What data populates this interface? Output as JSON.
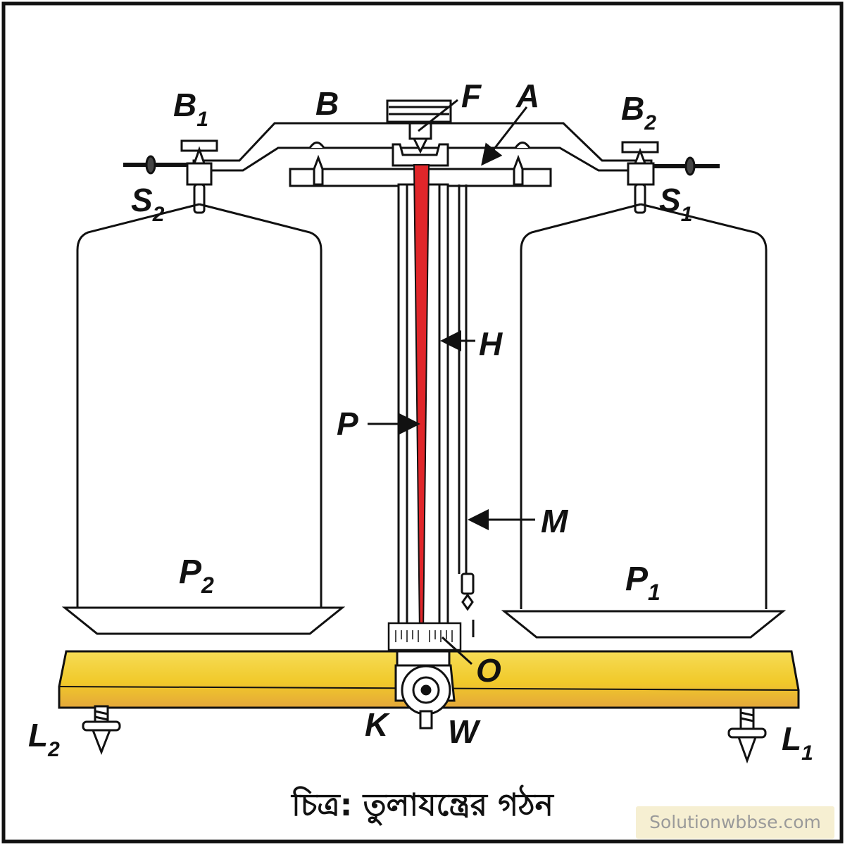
{
  "labels": {
    "B1": "B",
    "B1_sub": "1",
    "B": "B",
    "F": "F",
    "A": "A",
    "B2": "B",
    "B2_sub": "2",
    "S2": "S",
    "S2_sub": "2",
    "S1": "S",
    "S1_sub": "1",
    "H": "H",
    "P": "P",
    "M": "M",
    "P2": "P",
    "P2_sub": "2",
    "P1": "P",
    "P1_sub": "1",
    "O": "O",
    "K": "K",
    "W": "W",
    "L2": "L",
    "L2_sub": "2",
    "L1": "L",
    "L1_sub": "1"
  },
  "caption": "চিত্র: তুলাযন্ত্রের গঠন",
  "watermark": "Solutionwbbse.com",
  "colors": {
    "frame": "#111111",
    "pointer": "#e0262a",
    "base_wood": "#f3cf2e",
    "base_wood_shadow": "#d99a2a",
    "ink": "#111111"
  }
}
